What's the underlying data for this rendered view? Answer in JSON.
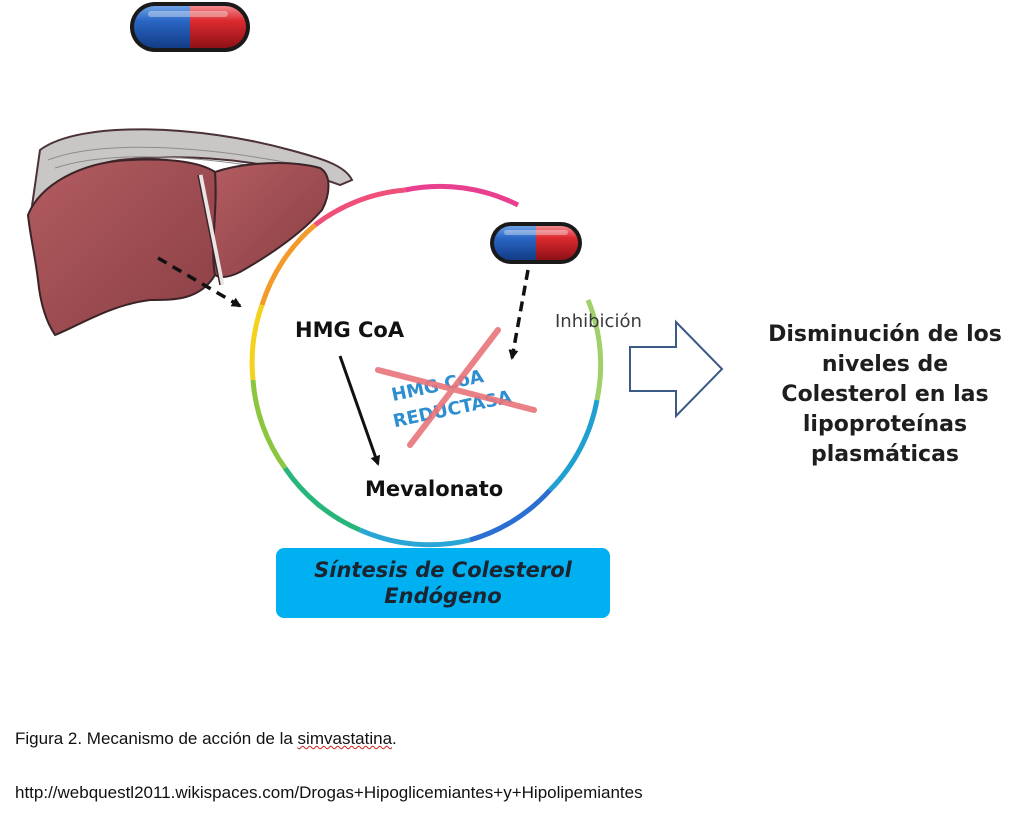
{
  "labels": {
    "hmg_coa": "HMG CoA",
    "enzyme_line1": "HMG CoA",
    "enzyme_line2": "REDUCTASA",
    "mevalonato": "Mevalonato",
    "inhibicion": "Inhibición"
  },
  "result": {
    "line1": "Disminución de los",
    "line2": "niveles de",
    "line3": "Colesterol en las",
    "line4": "lipoproteínas",
    "line5": "plasmáticas"
  },
  "synthesis_box": {
    "line1": "Síntesis de Colesterol",
    "line2": "Endógeno"
  },
  "caption": {
    "prefix": "Figura 2. Mecanismo de acción de la ",
    "drug": "simvastatina",
    "suffix": "."
  },
  "source_url": "http://webquestl2011.wikispaces.com/Drogas+Hipoglicemiantes+y+Hipolipemiantes",
  "icons": [
    "capsule-icon",
    "liver-icon"
  ],
  "colors": {
    "capsule_blue": "#1f5fbf",
    "capsule_red": "#d8242c",
    "liver": "#9a4a4e",
    "cross": "#e26a72",
    "enzyme_text": "#2e8fd0",
    "box": "#00b0f0",
    "outline_arrow": "#3b5a86"
  }
}
